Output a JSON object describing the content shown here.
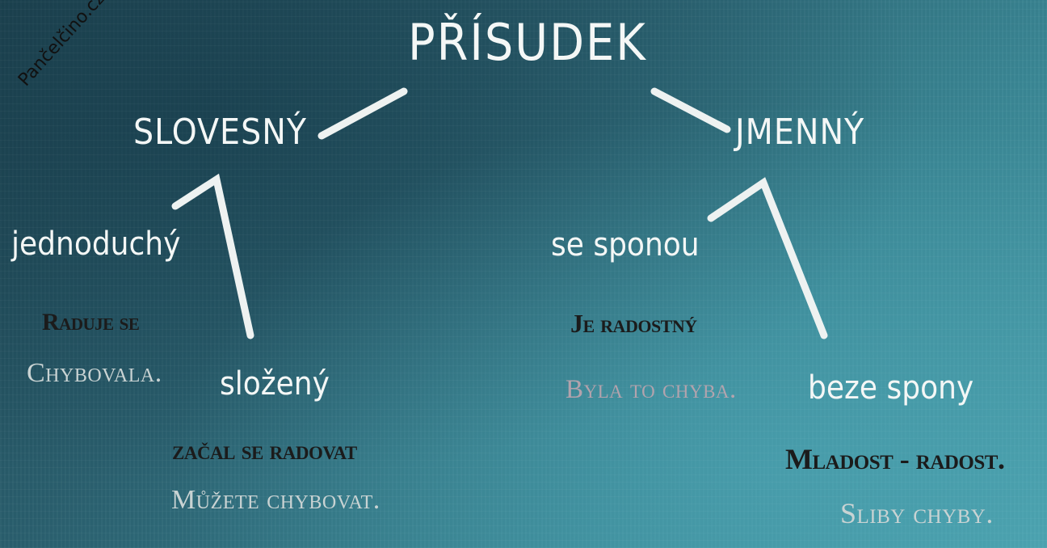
{
  "logo": {
    "text": "Pančelčino.cz"
  },
  "root": {
    "label": "PŘÍSUDEK"
  },
  "branches": {
    "verbal": {
      "label": "SLOVESNÝ",
      "simple": {
        "label": "jednoduchý",
        "examples": [
          "Raduje se",
          "Chybovala."
        ]
      },
      "compound": {
        "label": "složený",
        "examples": [
          "začal se radovat",
          "Můžete chybovat."
        ]
      }
    },
    "nominal": {
      "label": "JMENNÝ",
      "with_copula": {
        "label": "se sponou",
        "examples": [
          "Je radostný",
          "Byla to chyba."
        ]
      },
      "without_copula": {
        "label": "beze spony",
        "examples": [
          "Mladost - radost.",
          "Sliby chyby."
        ]
      }
    }
  },
  "colors": {
    "chalk": "#f4f7f6",
    "example_dark": "#1b1b1b",
    "example_light": "#c9d3d3",
    "example_pink": "#c7a7b0",
    "background": "#2a5f6e"
  }
}
